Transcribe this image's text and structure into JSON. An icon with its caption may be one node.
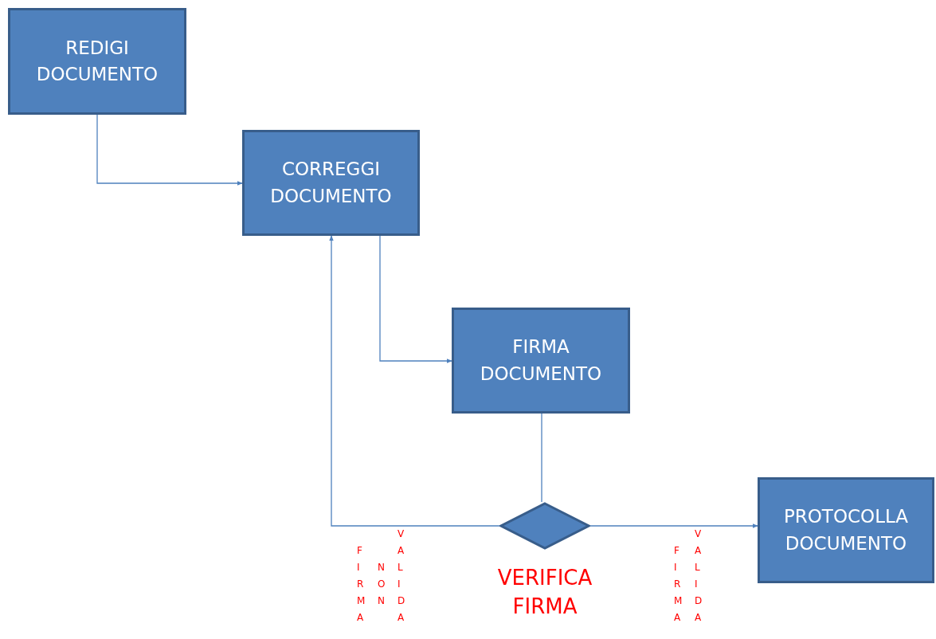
{
  "diagram": {
    "nodes": [
      {
        "text": [
          "REDIGI DOCUMENTO"
        ]
      },
      {
        "text": [
          "CORREGGI DOCUMENTO"
        ]
      },
      {
        "text": [
          "FIRMA DOCUMENTO"
        ]
      },
      {
        "text": [],
        "shape": "diamond",
        "beside": [
          "VERIFICA FIRMA"
        ]
      },
      {
        "text": [
          "PROTOCOLLA DOCUMENTO"
        ]
      }
    ],
    "edges": [
      {
        "from": 0,
        "to": 1,
        "arrow": "to"
      },
      {
        "from": 1,
        "to": 2,
        "arrow": "to"
      },
      {
        "from": 2,
        "to": 3,
        "arrow": "none"
      },
      {
        "from": 3,
        "to": 1,
        "arrow": "to"
      },
      {
        "from": 3,
        "to": 4,
        "arrow": "to"
      }
    ],
    "labels": [
      "FIRMA",
      "NON",
      "VALIDA",
      "FIRMA",
      "VALIDA"
    ]
  }
}
